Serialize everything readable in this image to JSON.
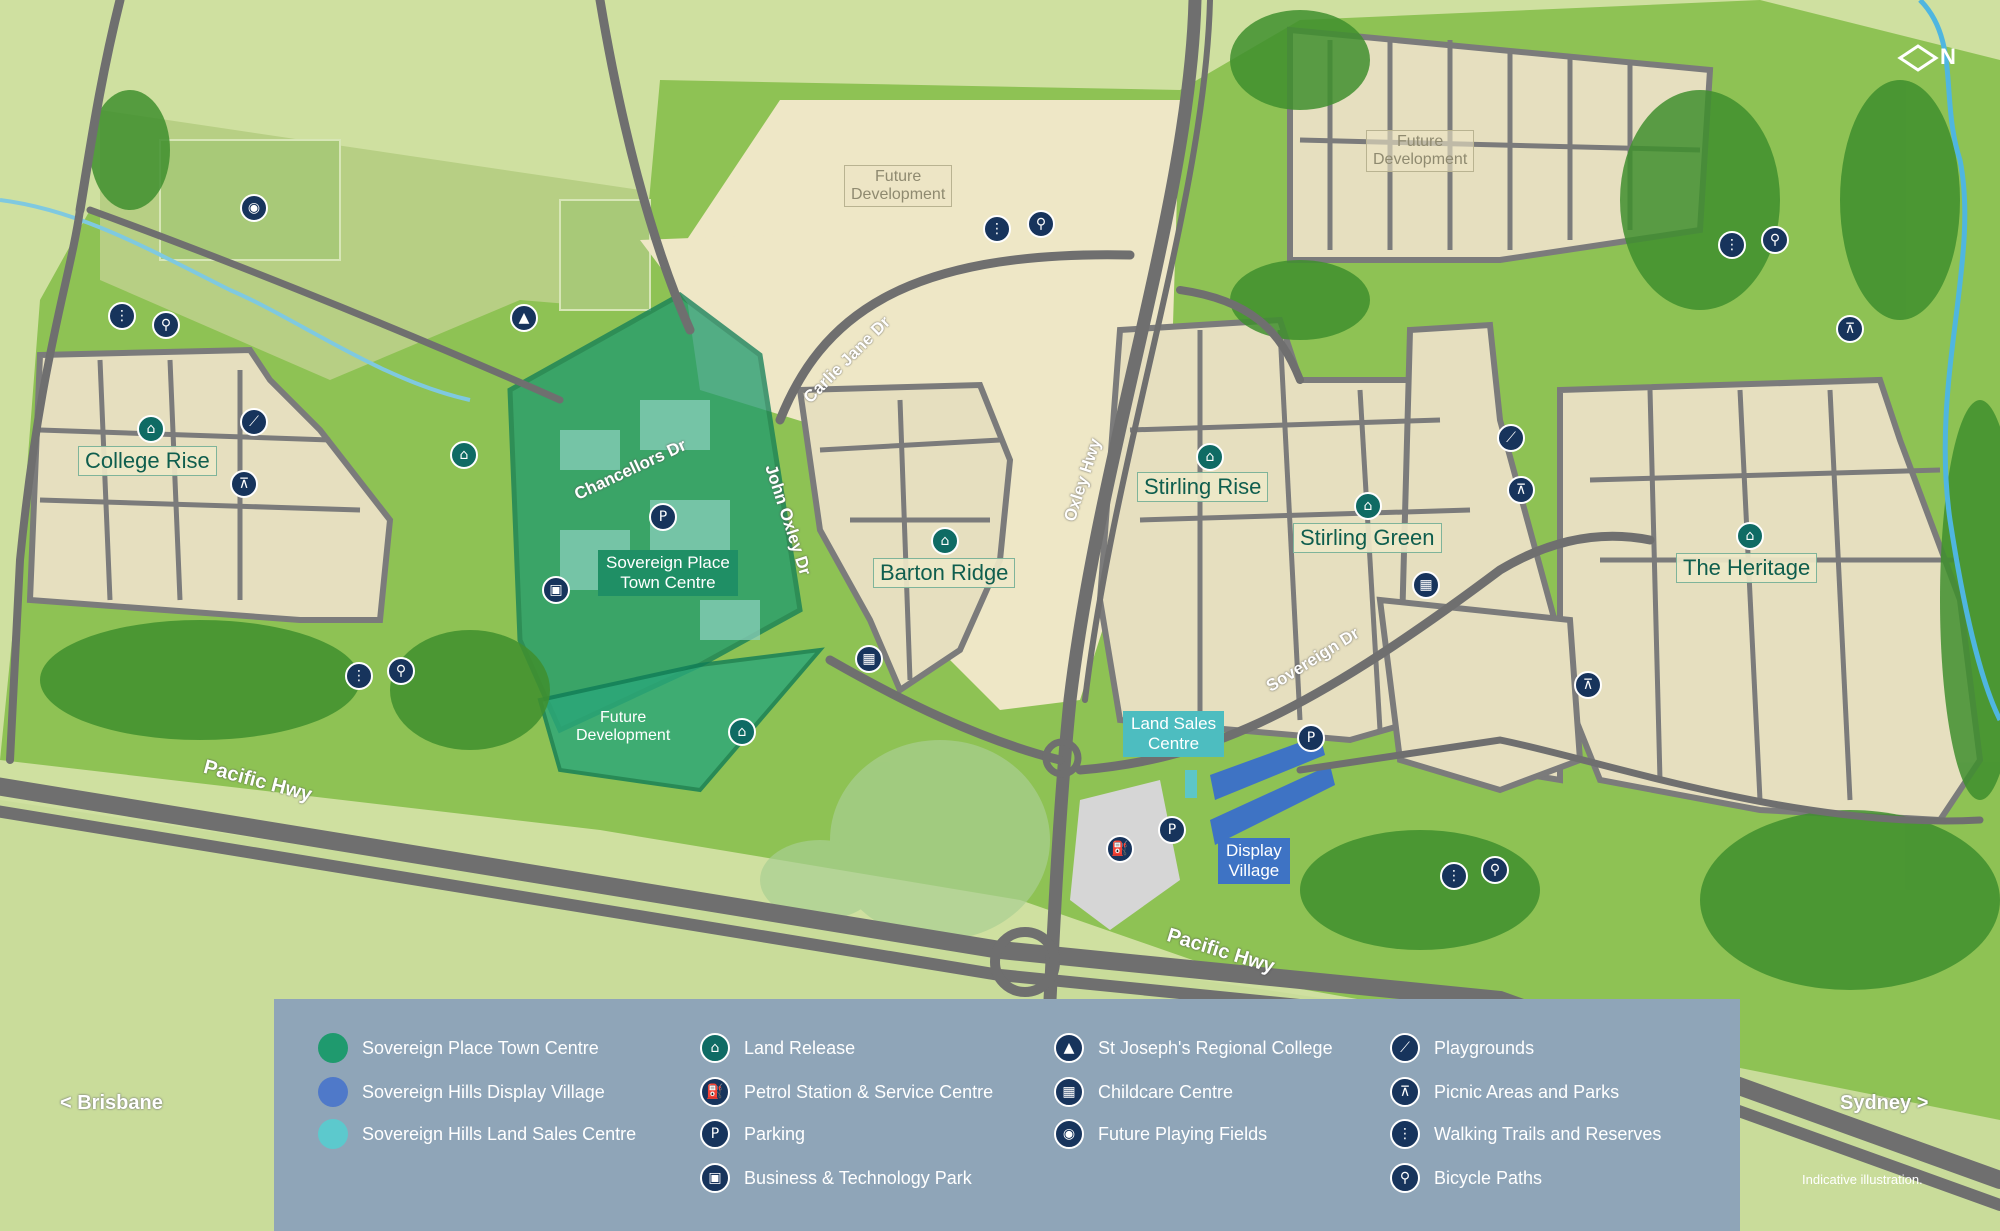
{
  "map": {
    "labels": {
      "future_development": "Future\nDevelopment",
      "estates": {
        "college_rise": "College Rise",
        "barton_ridge": "Barton Ridge",
        "stirling_rise": "Stirling Rise",
        "stirling_green": "Stirling Green",
        "the_heritage": "The Heritage"
      },
      "roads": {
        "carlie_jane": "Carlie Jane Dr",
        "chancellors": "Chancellors Dr",
        "john_oxley": "John Oxley Dr",
        "oxley_hwy": "Oxley Hwy",
        "sovereign_dr": "Sovereign Dr",
        "pacific_hwy": "Pacific Hwy"
      },
      "town_centre": "Sovereign Place\nTown Centre",
      "land_sales": "Land Sales\nCentre",
      "display_village": "Display\nVillage",
      "brisbane": "< Brisbane",
      "sydney": "Sydney >",
      "north": "N",
      "indicative": "Indicative illustration."
    },
    "colors": {
      "town_centre": "#1f9a6e",
      "display_village": "#3e73c4",
      "land_sales": "#5cc6c8",
      "pin_dark": "#17345c",
      "pin_teal": "#0f6b64",
      "legend_bg": "#8fa5b8"
    }
  },
  "legend": {
    "col1": [
      {
        "label": "Sovereign Place Town Centre",
        "color": "#1f9a6e"
      },
      {
        "label": "Sovereign Hills Display Village",
        "color": "#4f79c9"
      },
      {
        "label": "Sovereign Hills Land Sales Centre",
        "color": "#5cc9cd"
      }
    ],
    "col2": [
      {
        "label": "Land Release",
        "icon": "house-icon"
      },
      {
        "label": "Petrol Station & Service Centre",
        "icon": "fuel-pump-icon"
      },
      {
        "label": "Parking",
        "icon": "parking-icon"
      },
      {
        "label": "Business & Technology Park",
        "icon": "briefcase-icon"
      }
    ],
    "col3": [
      {
        "label": "St Joseph's Regional College",
        "icon": "graduation-cap-icon"
      },
      {
        "label": "Childcare Centre",
        "icon": "blocks-icon"
      },
      {
        "label": "Future Playing Fields",
        "icon": "whistle-icon"
      }
    ],
    "col4": [
      {
        "label": "Playgrounds",
        "icon": "slide-icon"
      },
      {
        "label": "Picnic Areas and Parks",
        "icon": "picnic-table-icon"
      },
      {
        "label": "Walking Trails and Reserves",
        "icon": "footprints-icon"
      },
      {
        "label": "Bicycle Paths",
        "icon": "bicycle-icon"
      }
    ]
  }
}
